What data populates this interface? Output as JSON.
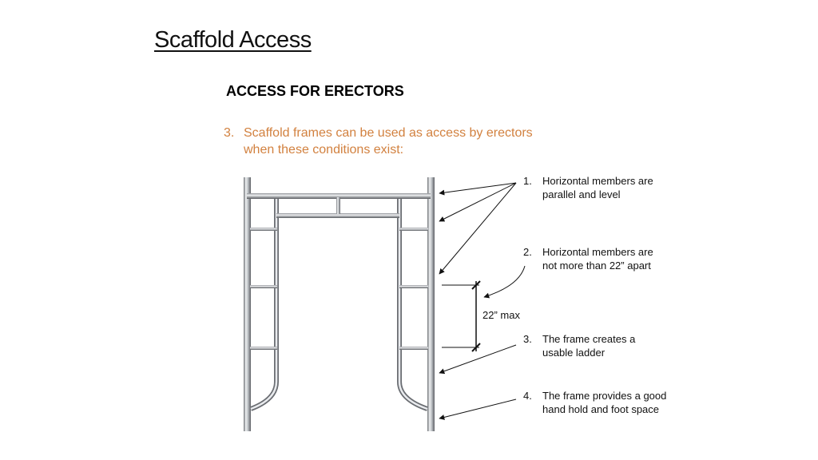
{
  "title": "Scaffold Access",
  "subheading": "ACCESS FOR ERECTORS",
  "intro": {
    "number": "3.",
    "line1": "Scaffold frames can be used as access by erectors",
    "line2": "when these conditions exist:"
  },
  "notes": [
    {
      "number": "1.",
      "line1": "Horizontal members are",
      "line2": "parallel and level"
    },
    {
      "number": "2.",
      "line1": "Horizontal members are",
      "line2": "not more than 22” apart"
    },
    {
      "number": "3.",
      "line1": "The frame creates a",
      "line2": "usable ladder"
    },
    {
      "number": "4.",
      "line1": "The frame provides a good",
      "line2": "hand hold and foot space"
    }
  ],
  "dimension_label": "22”  max",
  "colors": {
    "orange": "#D2813F",
    "frame_light": "#E4E6E9",
    "frame_dark": "#5E6166"
  }
}
